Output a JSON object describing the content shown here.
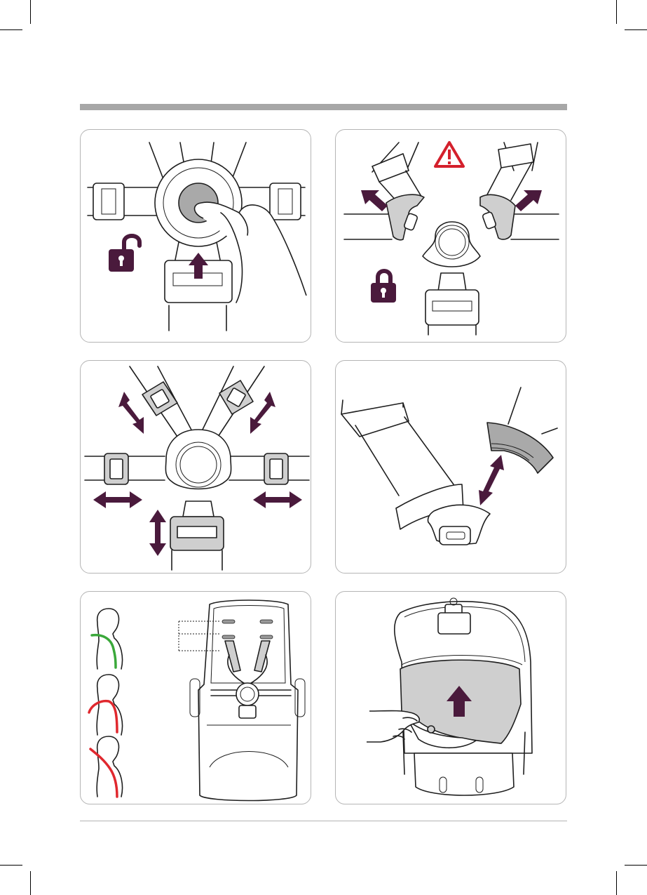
{
  "colors": {
    "header_bar": "#a7a7a7",
    "arrow": "#4a1a3c",
    "warning": "#d4202c",
    "ok_strap": "#3aa83a",
    "bad_strap": "#e0282e",
    "panel_fill": "#cfcfcf"
  },
  "panels": [
    {
      "id": "unbuckle",
      "icon": "unlock-icon",
      "arrow": "arrow-up-icon"
    },
    {
      "id": "buckle",
      "icons": [
        "warning-icon",
        "lock-icon",
        "arrow-diagonal-icon"
      ]
    },
    {
      "id": "adjust-straps",
      "icon": "double-arrow-icon"
    },
    {
      "id": "attach-clip",
      "icon": "double-arrow-icon"
    },
    {
      "id": "shoulder-height",
      "strap_states": [
        "correct",
        "too-low",
        "too-high"
      ]
    },
    {
      "id": "remove-cover",
      "icon": "arrow-up-icon"
    }
  ]
}
